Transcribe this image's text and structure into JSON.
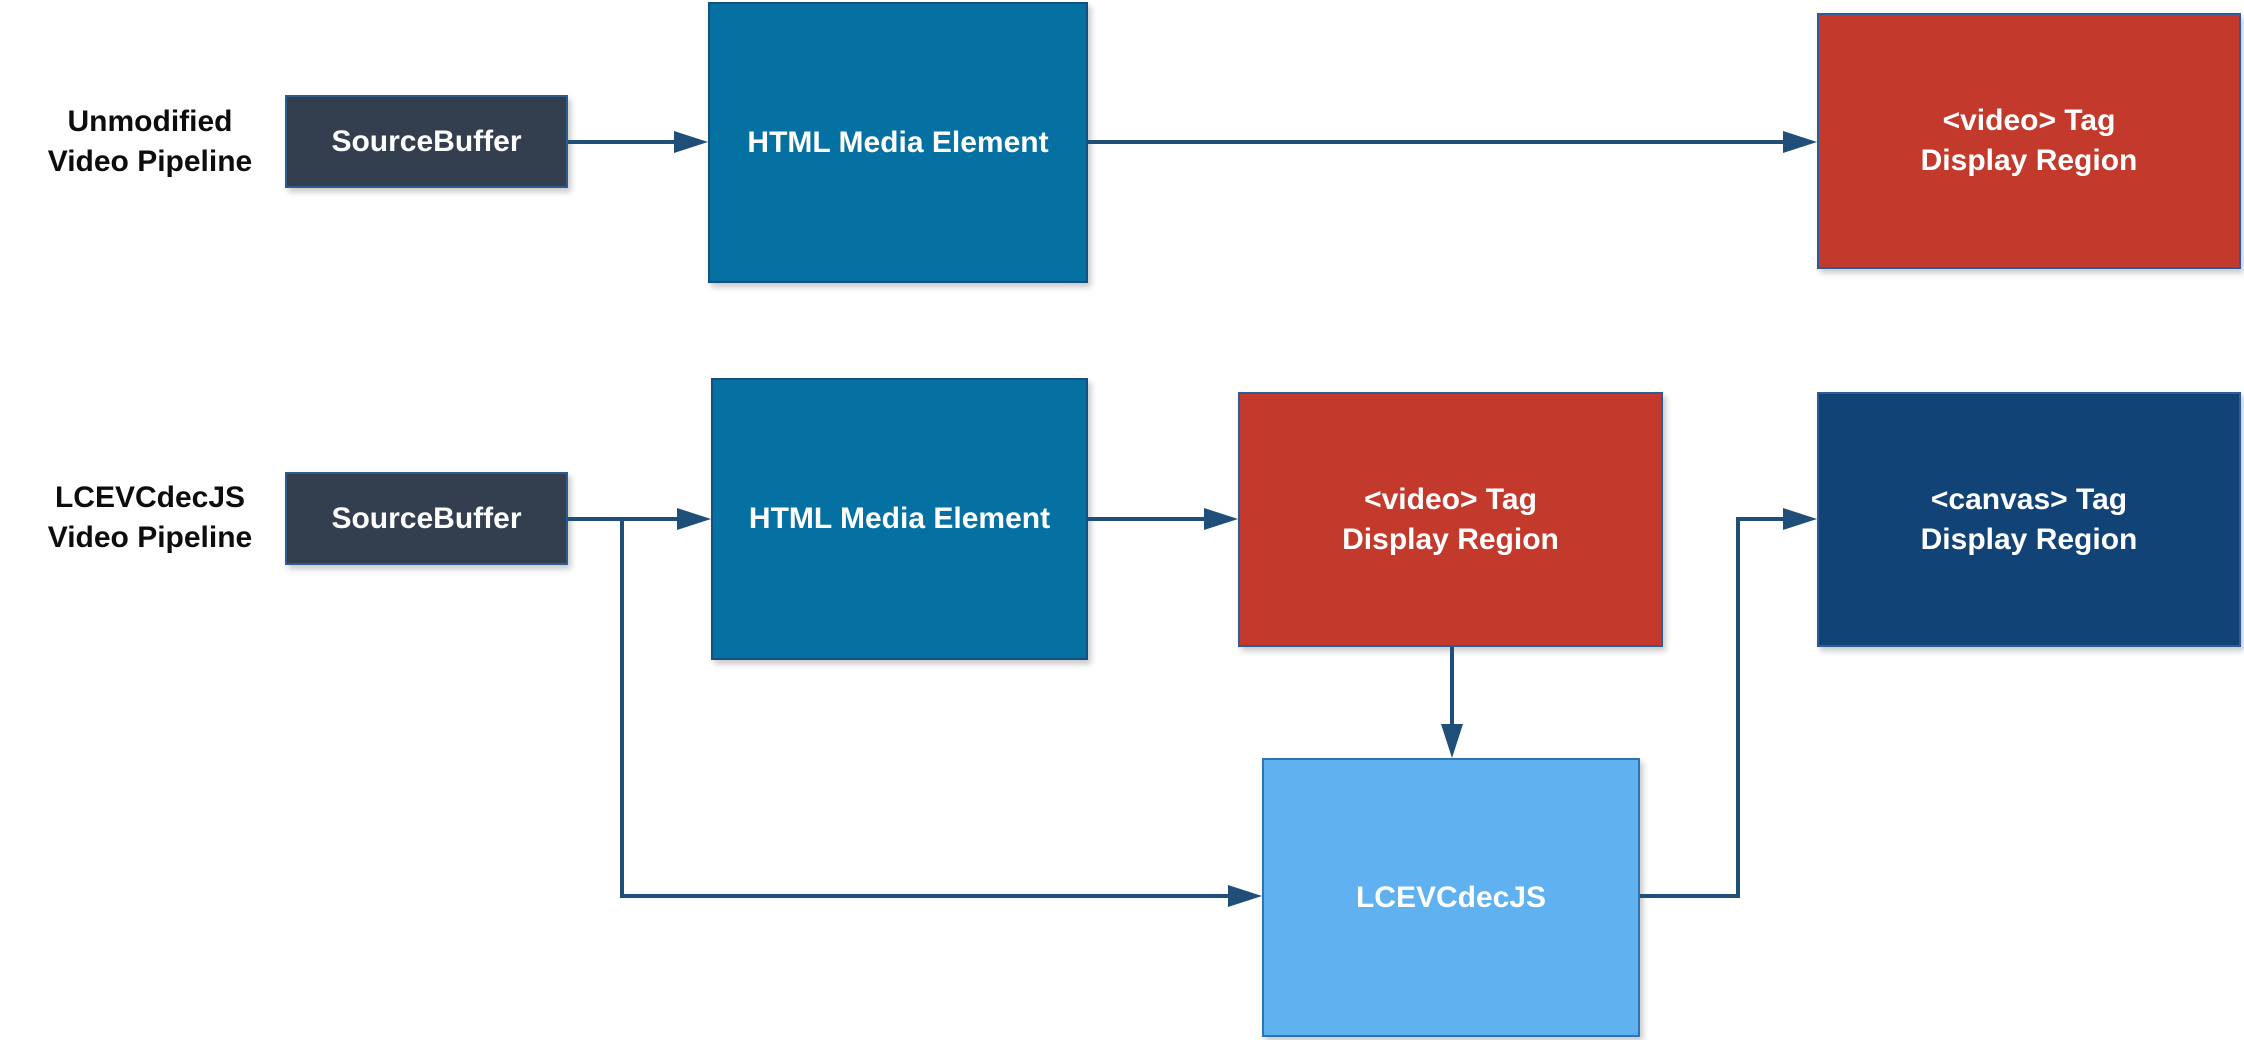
{
  "diagram": {
    "pipelines": [
      {
        "id": "unmodified",
        "label_line1": "Unmodified",
        "label_line2": "Video Pipeline",
        "nodes": {
          "source_buffer": "SourceBuffer",
          "media_element": "HTML Media Element",
          "video_tag_line1": "<video> Tag",
          "video_tag_line2": "Display Region"
        }
      },
      {
        "id": "lcevcdecjs",
        "label_line1": "LCEVCdecJS",
        "label_line2": "Video Pipeline",
        "nodes": {
          "source_buffer": "SourceBuffer",
          "media_element": "HTML Media Element",
          "video_tag_line1": "<video> Tag",
          "video_tag_line2": "Display Region",
          "decoder": "LCEVCdecJS",
          "canvas_tag_line1": "<canvas> Tag",
          "canvas_tag_line2": "Display Region"
        }
      }
    ],
    "colors": {
      "background": "#FFFFFF",
      "source_buffer_fill": "#333F4E",
      "source_buffer_border": "#2E5C8F",
      "media_element_fill": "#0571A2",
      "media_element_border": "#15507E",
      "video_tag_fill": "#C3392B",
      "video_tag_border": "#2E5C94",
      "canvas_tag_fill": "#114377",
      "canvas_tag_border": "#2E5C94",
      "decoder_fill": "#5FB1F0",
      "decoder_border": "#2E74B5",
      "connector": "#1F4E79",
      "label_text": "#0D0D0D",
      "node_text": "#FFFFFF"
    }
  }
}
